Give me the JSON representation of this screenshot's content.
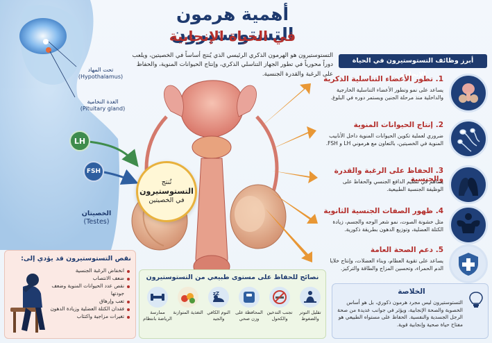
{
  "title": {
    "main": "أهمية هرمون التستوستيرون",
    "sub": "في الحياة الإنجابية"
  },
  "intro": "التستوستيرون هو الهرمون الذكري الرئيسي الذي يُنتج أساساً في الخصيتين، ويلعب دوراً محورياً في تطور الجهاز التناسلي الذكري، وإنتاج الحيوانات المنوية، والحفاظ على الرغبة والقدرة الجنسية.",
  "anatomy": {
    "hypothalamus_ar": "تحت المهاد",
    "hypothalamus_en": "(Hypothalamus)",
    "pituitary_ar": "الغدة النخامية",
    "pituitary_en": "(Pituitary gland)",
    "testes_ar": "الخصيتان",
    "testes_en": "(Testes)",
    "lh": "LH",
    "fsh": "FSH"
  },
  "produce": {
    "line1": "تُنتج",
    "line2": "التستوستيرون",
    "line3": "في الخصيتين"
  },
  "functions": {
    "header": "أبرز وظائف التستوستيرون في الحياة الإنجابية",
    "items": [
      {
        "title": "1. تطور الأعضاء التناسلية الذكرية",
        "desc": "يساعد على نمو وتطور الأعضاء التناسلية الخارجية والداخلية منذ مرحلة الجنين ويستمر دوره في البلوغ.",
        "icon": "organ-icon"
      },
      {
        "title": "2. إنتاج الحيوانات المنوية",
        "desc": "ضروري لعملية تكوين الحيوانات المنوية داخل الأنابيب المنوية في الخصيتين، بالتعاون مع هرموني LH و FSH.",
        "icon": "sperm-icon"
      },
      {
        "title": "3. الحفاظ على الرغبة والقدرة والجنسية",
        "desc": "يساهم في تنظيم الدافع الجنسي والحفاظ على الوظيفة الجنسية الطبيعية.",
        "icon": "couple-icon"
      },
      {
        "title": "4. ظهور الصفات الجنسية الثانوية",
        "desc": "مثل خشونة الصوت، نمو شعر الوجه والجسم، زيادة الكتلة العضلية، وتوزيع الدهون بطريقة ذكورية.",
        "icon": "muscle-icon"
      },
      {
        "title": "5. دعم الصحة العامة",
        "desc": "يساعد على تقوية العظام، وبناء العضلات، وإنتاج خلايا الدم الحمراء، وتحسين المزاج والطاقة والتركيز.",
        "icon": "shield-icon"
      }
    ]
  },
  "effects": {
    "title": "نقص التستوستيرون قد يؤدي إلى:",
    "items": [
      "انخفاض الرغبة الجنسية",
      "ضعف الانتصاب",
      "نقص عدد الحيوانات المنوية وضعف جودتها",
      "تعب وإرهاق",
      "فقدان الكتلة العضلية وزيادة الدهون",
      "تغيرات مزاجية واكتئاب"
    ]
  },
  "tips": {
    "title": "نصائح للحفاظ على مستوى طبيعي من التستوستيرون",
    "items": [
      {
        "label": "تقليل التوتر والضغوط",
        "icon": "meditation-icon"
      },
      {
        "label": "تجنب التدخين والكحول",
        "icon": "no-smoking-icon"
      },
      {
        "label": "المحافظة على وزن صحي",
        "icon": "scale-icon"
      },
      {
        "label": "النوم الكافي والجيد",
        "icon": "sleep-icon"
      },
      {
        "label": "التغذية المتوازنة",
        "icon": "food-icon"
      },
      {
        "label": "ممارسة الرياضة بانتظام",
        "icon": "dumbbell-icon"
      }
    ]
  },
  "summary": {
    "title": "الخلاصة",
    "text": "التستوستيرون ليس مجرد هرمون ذكوري، بل هو أساس الخصوبة والصحة الإنجابية، ويؤثر في جوانب عديدة من صحة الرجل الجسدية والنفسية. الحفاظ على مستواه الطبيعي هو مفتاح حياة صحية وإنجابية قوية."
  },
  "colors": {
    "navy": "#1e3a6e",
    "red": "#b4302d",
    "lh_green": "#3f8c4c",
    "fsh_blue": "#2f5fa0",
    "gold": "#e8b13d"
  }
}
